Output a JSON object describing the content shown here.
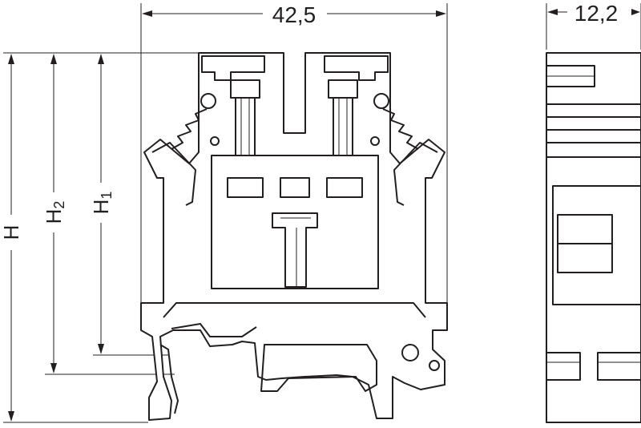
{
  "dimensions": {
    "width_label": "42,5",
    "depth_label": "12,2",
    "height_label": "H",
    "h2_main": "H",
    "h2_sub": "2",
    "h1_main": "H",
    "h1_sub": "1"
  },
  "colors": {
    "stroke": "#231f20",
    "background": "#ffffff"
  }
}
